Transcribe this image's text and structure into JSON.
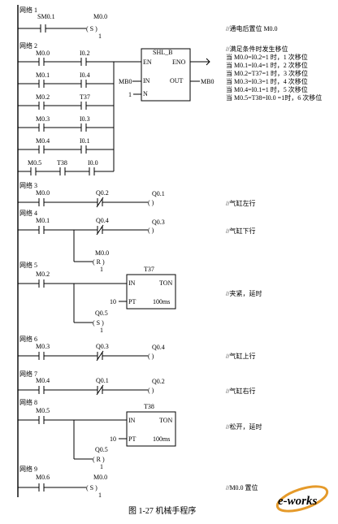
{
  "networks": {
    "n1": {
      "label": "网络 1",
      "contact": "SM0.1",
      "coil": "M0.0",
      "coil_type": "( S )",
      "coil_n": "1",
      "comment": "//通电后置位 M0.0"
    },
    "n2": {
      "label": "网络 2",
      "contacts": [
        [
          "M0.0",
          "I0.2"
        ],
        [
          "M0.1",
          "I0.4"
        ],
        [
          "M0.2",
          "T37"
        ],
        [
          "M0.3",
          "I0.3"
        ],
        [
          "M0.4",
          "I0.1"
        ],
        [
          "M0.5",
          "T38",
          "I0.0"
        ]
      ],
      "block_title": "SHL_B",
      "pins": {
        "en": "EN",
        "eno": "ENO",
        "in": "IN",
        "out": "OUT",
        "n": "N"
      },
      "in_val": "MB0",
      "out_val": "MB0",
      "n_val": "1",
      "comments": [
        "//满足条件时发生移位",
        "当 M0.0=I0.2=1 时，1 次移位",
        "当 M0.1=I0.4=1 时，2 次移位",
        "当 M0.2=T37=1 时，3 次移位",
        "当 M0.3=I0.3=1 时，4 次移位",
        "当 M0.4=I0.1=1 时，5 次移位",
        "当 M0.5=T38=I0.0 =1时，6 次移位"
      ]
    },
    "n3": {
      "label": "网络 3",
      "c1": "M0.0",
      "c2": "Q0.2",
      "coil": "Q0.1",
      "comment": "//气缸左行"
    },
    "n4": {
      "label": "网络 4",
      "c1": "M0.1",
      "c2": "Q0.4",
      "coil": "Q0.3",
      "coil2": "M0.0",
      "coil2_type": "( R )",
      "coil2_n": "1",
      "comment": "//气缸下行"
    },
    "n5": {
      "label": "网络 5",
      "c1": "M0.2",
      "timer": "T37",
      "pin_in": "IN",
      "pin_pt": "PT",
      "type": "TON",
      "pt": "10",
      "base": "100ms",
      "coil2": "Q0.5",
      "coil2_type": "( S )",
      "coil2_n": "1",
      "comment": "//夹紧，延时"
    },
    "n6": {
      "label": "网络 6",
      "c1": "M0.3",
      "c2": "Q0.3",
      "coil": "Q0.4",
      "comment": "//气缸上行"
    },
    "n7": {
      "label": "网络 7",
      "c1": "M0.4",
      "c2": "Q0.1",
      "coil": "Q0.2",
      "comment": "//气缸右行"
    },
    "n8": {
      "label": "网络 8",
      "c1": "M0.5",
      "timer": "T38",
      "pin_in": "IN",
      "pin_pt": "PT",
      "type": "TON",
      "pt": "10",
      "base": "100ms",
      "coil2": "Q0.5",
      "coil2_type": "( R )",
      "coil2_n": "1",
      "comment": "//松开，延时"
    },
    "n9": {
      "label": "网络 9",
      "c1": "M0.6",
      "coil": "M0.0",
      "coil_type": "( S )",
      "coil_n": "1",
      "comment": "//M0.0 置位"
    }
  },
  "coil_blank": "(     )",
  "caption": "图 1-27   机械手程序",
  "logo": "e-works"
}
